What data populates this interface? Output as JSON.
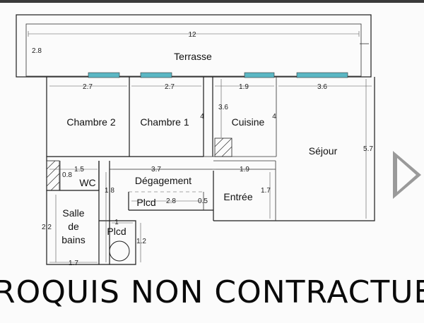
{
  "rooms": {
    "terrasse": "Terrasse",
    "chambre2": "Chambre 2",
    "chambre1": "Chambre 1",
    "cuisine": "Cuisine",
    "sejour": "Séjour",
    "wc": "WC",
    "degagement": "Dégagement",
    "entree": "Entrée",
    "salle_line1": "Salle",
    "salle_line2": "de",
    "salle_line3": "bains",
    "placard1": "Plcd",
    "placard2": "Plcd"
  },
  "dimensions": {
    "terrasse_width": "12",
    "terrasse_depth": "2.8",
    "chambre2_width": "2.7",
    "chambre1_width": "2.7",
    "cuisine_width": "1.9",
    "sejour_width": "3.6",
    "cuisine_depth": "3.6",
    "chambre1_depth": "4",
    "cuisine_side": "4",
    "sejour_depth": "5.7",
    "wc_width": "1.5",
    "wc_depth": "0.8",
    "degagement_width": "3.7",
    "entree_width": "1.9",
    "entree_depth": "1.7",
    "corridor_depth": "1.8",
    "placard1_width": "2.8",
    "placard1_depth": "0.5",
    "placard2_width": "1",
    "placard2_depth": "1.2",
    "salle_width": "1.7",
    "salle_depth": "2.2"
  },
  "banner": {
    "text": "ROQUIS NON CONTRACTUEL"
  },
  "colors": {
    "window": "#5bb7c4",
    "wall": "#1a1a1a",
    "overlay": "#9a9a9a"
  },
  "icons": {
    "next": "play-triangle-icon"
  }
}
